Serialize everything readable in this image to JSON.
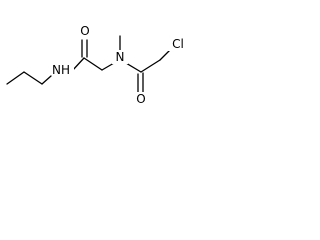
{
  "molecule": {
    "atoms": {
      "o_left": "O",
      "nh": "NH",
      "n_methyl": "N",
      "o_right": "O",
      "cl": "Cl"
    }
  },
  "colors": {
    "bond": "#000000",
    "label": "#000000",
    "background": "#ffffff"
  }
}
